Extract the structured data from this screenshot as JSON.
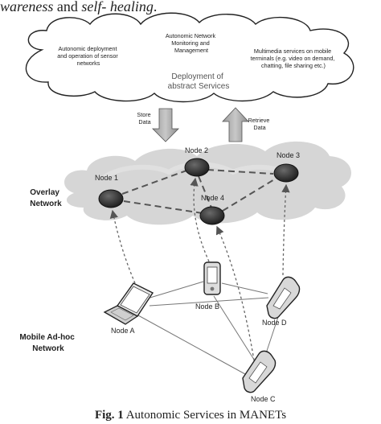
{
  "heading_fragment": {
    "word1": "wareness",
    "joiner": " and ",
    "word2": "self- healing",
    "end": "."
  },
  "services_cloud": {
    "left": [
      "Autonomic deployment",
      "and operation of sensor",
      "networks"
    ],
    "center": [
      "Autonomic Network",
      "Monitoring and",
      "Management"
    ],
    "right": [
      "Multimedia services on mobile",
      "terminals (e.g. video on demand,",
      "chatting, file sharing etc.)"
    ],
    "deployment": [
      "Deployment of",
      "abstract Services"
    ]
  },
  "arrows": {
    "store": [
      "Store",
      "Data"
    ],
    "retrieve": [
      "Retrieve",
      "Data"
    ]
  },
  "overlay": {
    "label": [
      "Overlay",
      "Network"
    ],
    "nodes": [
      "Node 1",
      "Node 2",
      "Node 3",
      "Node 4"
    ]
  },
  "manet": {
    "label": [
      "Mobile Ad-hoc",
      "Network"
    ],
    "nodes": [
      "Node A",
      "Node B",
      "Node C",
      "Node D"
    ]
  },
  "caption": {
    "fig": "Fig. 1",
    "text": " Autonomic Services in MANETs"
  }
}
